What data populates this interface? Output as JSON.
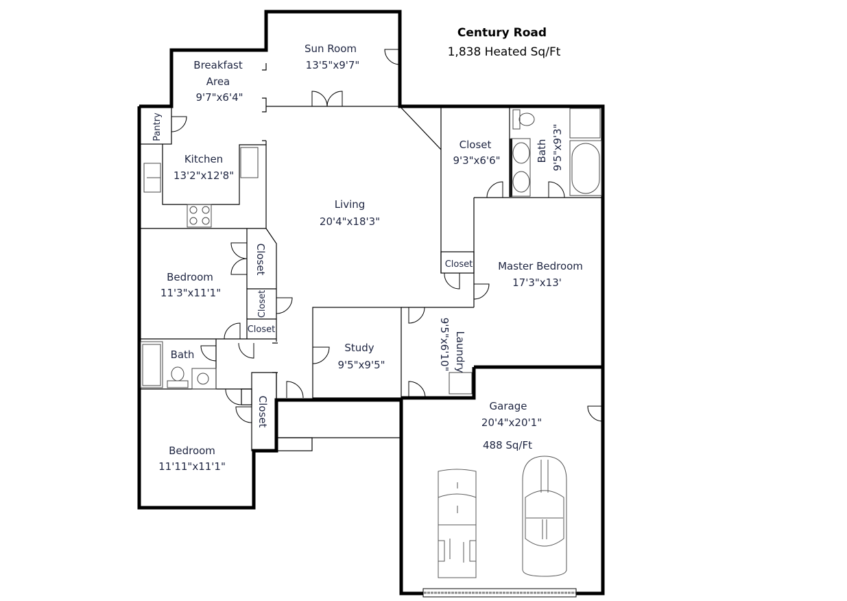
{
  "header": {
    "title": "Century Road",
    "subtitle": "1,838 Heated Sq/Ft"
  },
  "rooms": {
    "sun_room": {
      "name": "Sun Room",
      "size": "13'5\"x9'7\""
    },
    "breakfast": {
      "name_line1": "Breakfast",
      "name_line2": "Area",
      "size": "9'7\"x6'4\""
    },
    "pantry": {
      "name": "Pantry"
    },
    "kitchen": {
      "name": "Kitchen",
      "size": "13'2\"x12'8\""
    },
    "living": {
      "name": "Living",
      "size": "20'4\"x18'3\""
    },
    "closet_master": {
      "name": "Closet",
      "size": "9'3\"x6'6\""
    },
    "master_bath": {
      "name": "Bath",
      "size": "9'5\"x9'3\""
    },
    "closet_small": {
      "name": "Closet"
    },
    "master_bedroom": {
      "name": "Master Bedroom",
      "size": "17'3\"x13'"
    },
    "bedroom1": {
      "name": "Bedroom",
      "size": "11'3\"x11'1\""
    },
    "closet_b1a": {
      "name": "Closet"
    },
    "closet_b1b": {
      "name": "Closet"
    },
    "closet_b1c": {
      "name": "Closet"
    },
    "bath": {
      "name": "Bath"
    },
    "study": {
      "name": "Study",
      "size": "9'5\"x9'5\""
    },
    "laundry": {
      "name": "Laundry",
      "size": "9'5\"x6'10\""
    },
    "closet_b2": {
      "name": "Closet"
    },
    "bedroom2": {
      "name": "Bedroom",
      "size": "11'11\"x11'1\""
    },
    "garage": {
      "name": "Garage",
      "size": "20'4\"x20'1\"",
      "area": "488 Sq/Ft"
    }
  }
}
